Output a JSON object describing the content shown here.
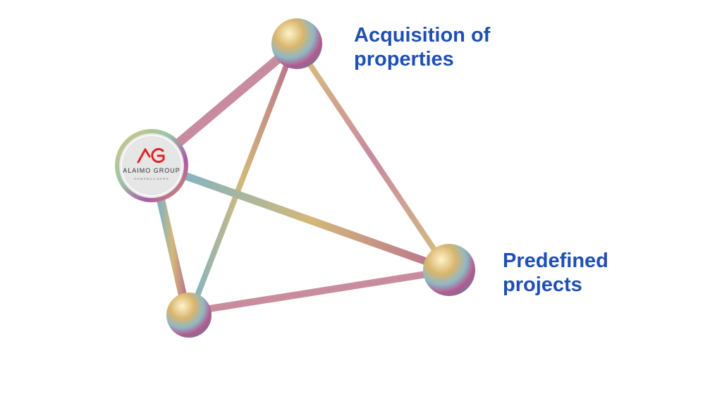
{
  "nodes": {
    "top_label": "Acquisition of properties",
    "right_label": "Predefined projects"
  },
  "logo": {
    "mark": "AG",
    "name": "ALAIMO GROUP",
    "tagline": "HOMEBUILDERS"
  },
  "colors": {
    "label": "#1f4fb4",
    "logo_red": "#e32227"
  }
}
